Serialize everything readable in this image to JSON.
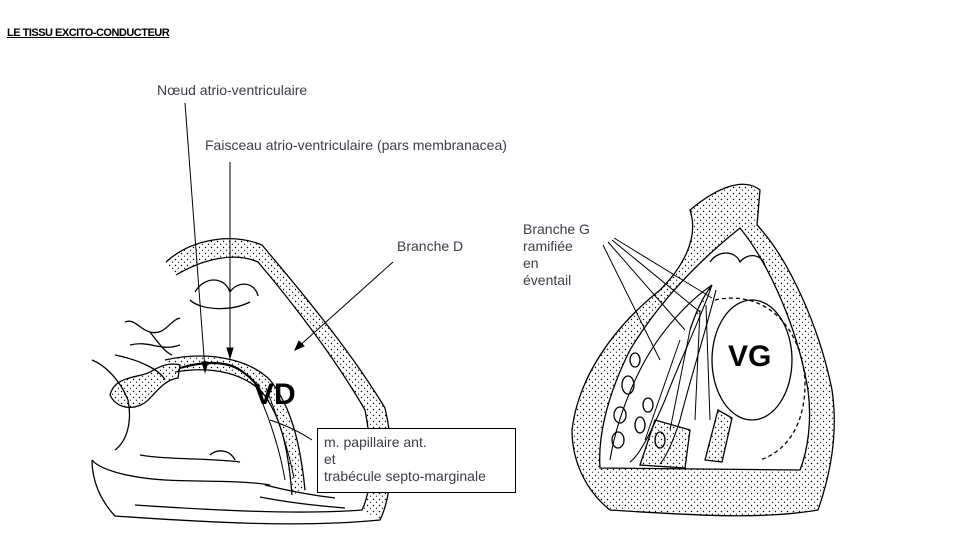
{
  "title": "LE TISSU EXCITO-CONDUCTEUR",
  "labels": {
    "noeud": "Nœud atrio-ventriculaire",
    "faisceau": "Faisceau atrio-ventriculaire  (pars membranacea)",
    "branche_d": "Branche D",
    "branche_g": [
      "Branche G",
      "ramifiée",
      "en",
      "éventail"
    ],
    "papillaire": [
      "m. papillaire ant.",
      "et",
      "trabécule septo-marginale"
    ]
  },
  "chambers": {
    "vd": "VD",
    "vg": "VG"
  }
}
